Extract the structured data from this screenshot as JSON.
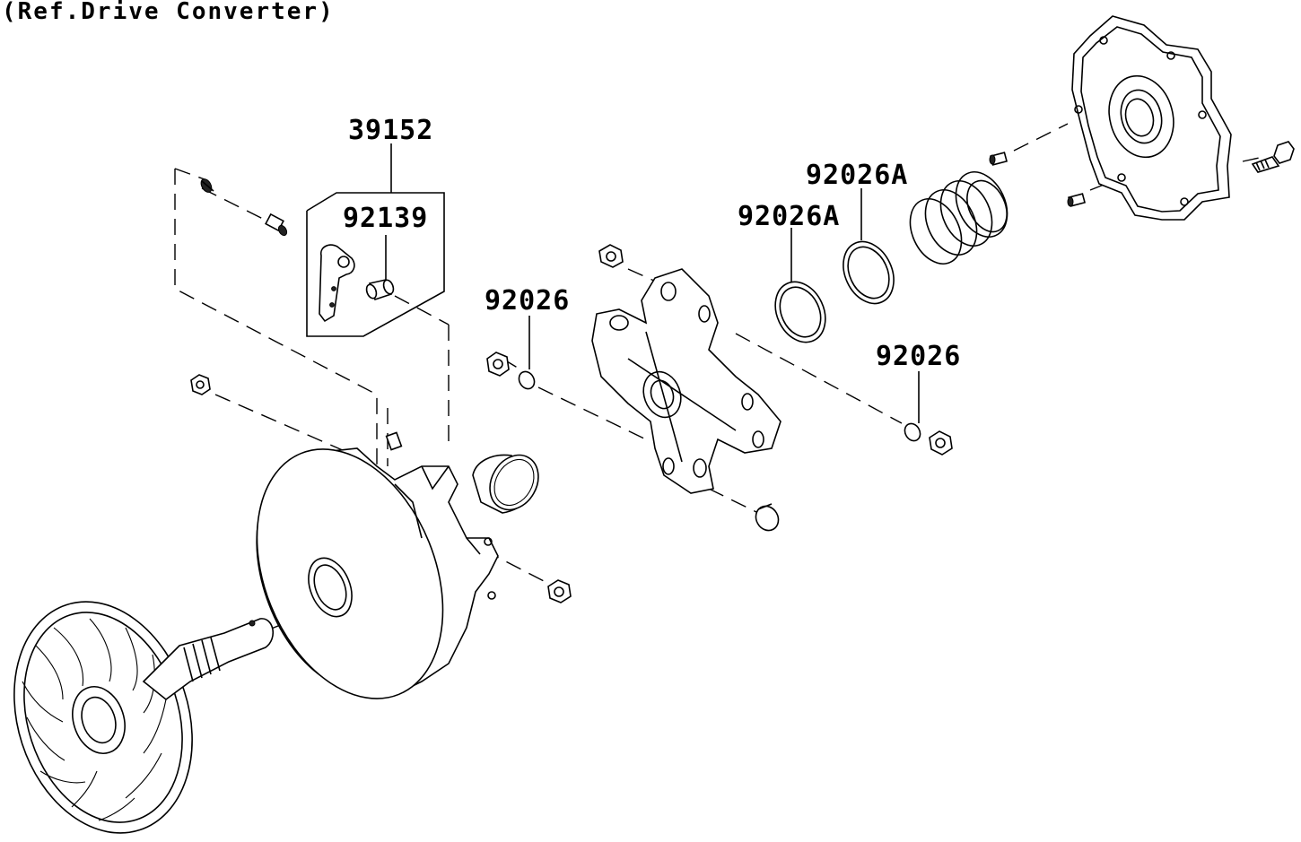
{
  "reference_note": "(Ref.Drive Converter)",
  "callouts": {
    "p39152": "39152",
    "p92139": "92139",
    "p92026_left": "92026",
    "p92026A_upper": "92026A",
    "p92026A_lower": "92026A",
    "p92026_right": "92026"
  }
}
